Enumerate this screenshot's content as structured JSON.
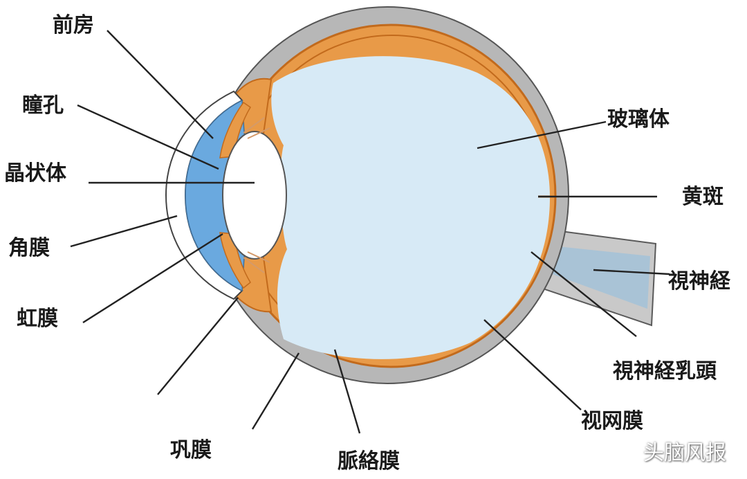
{
  "labels": {
    "anterior_chamber": "前房",
    "pupil": "瞳孔",
    "lens": "晶状体",
    "cornea": "角膜",
    "iris": "虹膜",
    "sclera": "巩膜",
    "choroid": "脈絡膜",
    "retina": "视网膜",
    "optic_disc": "視神経乳頭",
    "optic_nerve": "視神経",
    "macula": "黄斑",
    "vitreous_body": "玻璃体"
  },
  "watermark": "头脑风报",
  "colors": {
    "sclera": "#b7b7b7",
    "choroid": "#e89a48",
    "choroid_dark": "#c26a1c",
    "vitreous": "#d7eaf6",
    "cornea_fill": "#6aa9df",
    "optic_nerve": "#a9c3d6"
  }
}
